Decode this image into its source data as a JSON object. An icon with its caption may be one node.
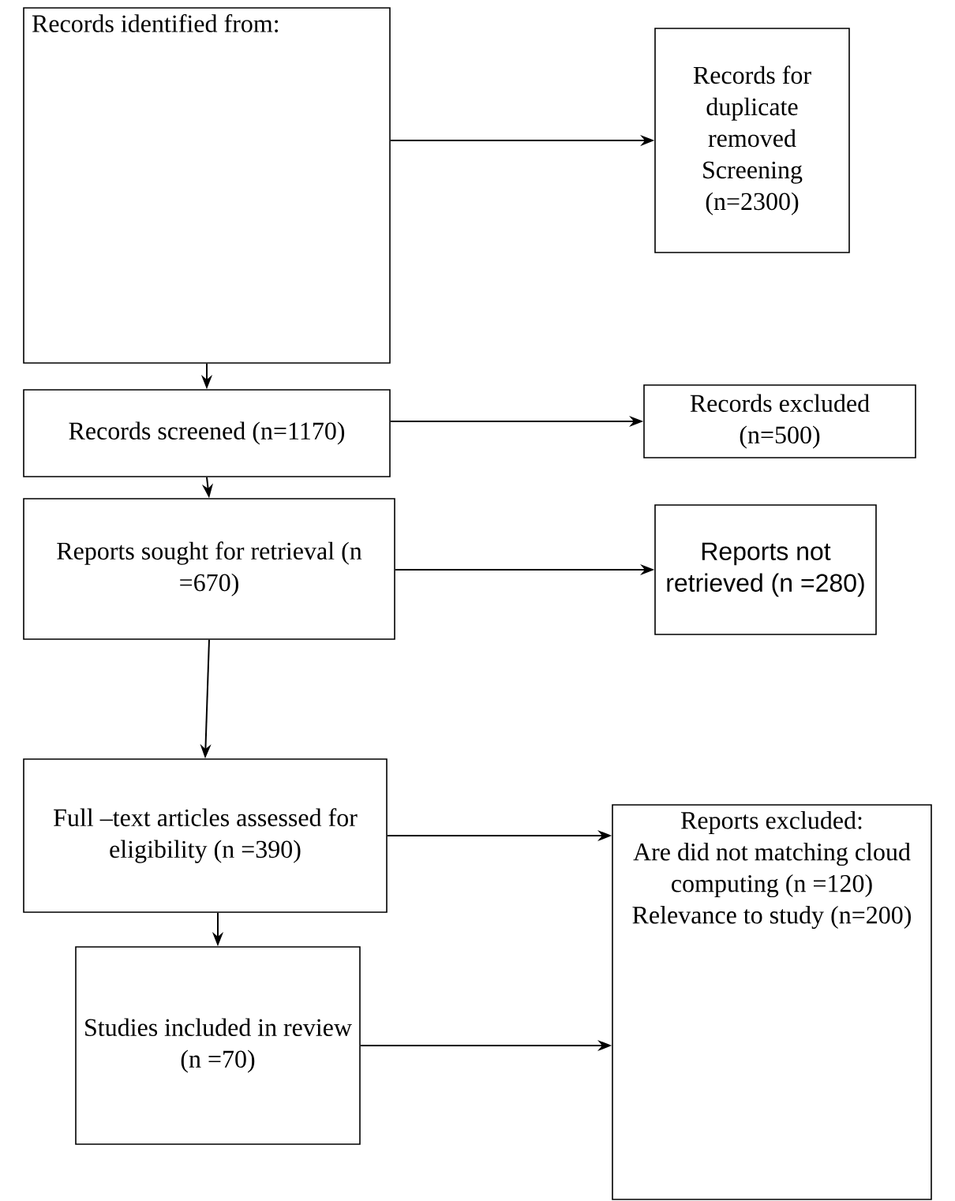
{
  "diagram": {
    "nodes": [
      {
        "text": [
          "Records identified from:"
        ]
      },
      {
        "text": [
          "Records for duplicate removed Screening (n=2300)"
        ]
      },
      {
        "text": [
          "Records screened (n=1170)"
        ]
      },
      {
        "text": [
          "Records excluded (n=500)"
        ]
      },
      {
        "text": [
          "Reports sought for retrieval (n =670)"
        ]
      },
      {
        "text": [
          "Reports not retrieved (n =280)"
        ]
      },
      {
        "text": [
          "Full –text articles assessed for eligibility (n =390)"
        ]
      },
      {
        "text": [
          "Studies included in review (n =70)"
        ]
      },
      {
        "text": [
          "Reports excluded:",
          "Are did not matching cloud computing (n =120)",
          "Relevance to study (n=200)"
        ]
      }
    ],
    "edges": [
      {
        "from": 0,
        "to": 1,
        "arrow": "to"
      },
      {
        "from": 0,
        "to": 2,
        "arrow": "to"
      },
      {
        "from": 2,
        "to": 3,
        "arrow": "to"
      },
      {
        "from": 2,
        "to": 4,
        "arrow": "to"
      },
      {
        "from": 4,
        "to": 5,
        "arrow": "to"
      },
      {
        "from": 4,
        "to": 6,
        "arrow": "to"
      },
      {
        "from": 6,
        "to": 8,
        "arrow": "to"
      },
      {
        "from": 6,
        "to": 7,
        "arrow": "to"
      },
      {
        "from": 7,
        "to": 8,
        "arrow": "to"
      }
    ]
  }
}
